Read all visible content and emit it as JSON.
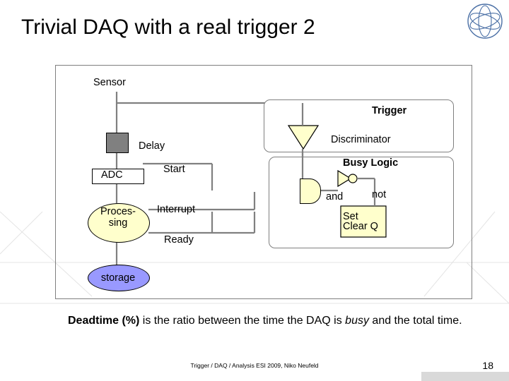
{
  "slide": {
    "title": "Trivial DAQ with a real trigger 2",
    "page_number": "18",
    "footer": "Trigger / DAQ / Analysis ESI 2009, Niko Neufeld",
    "logo": "cern-logo-icon"
  },
  "diagram": {
    "labels": {
      "sensor": "Sensor",
      "delay": "Delay",
      "adc": "ADC",
      "start": "Start",
      "interrupt": "Interrupt",
      "ready": "Ready",
      "processing_line1": "Proces-",
      "processing_line2": "sing",
      "storage": "storage",
      "trigger": "Trigger",
      "discriminator": "Discriminator",
      "busy_logic": "Busy Logic",
      "and": "and",
      "not": "not",
      "set": "Set",
      "clear_q": "Clear Q"
    },
    "colors": {
      "delay_fill": "#808080",
      "processing_fill": "#ffffcc",
      "storage_fill": "#9999ff",
      "and_gate_fill": "#ffffcc",
      "box_border": "#808080",
      "connector": "#808080"
    }
  },
  "caption": {
    "bold_lead": "Deadtime (%)",
    "text_1": " is the ratio between the time the DAQ is ",
    "italic": "busy",
    "text_2": " and the total time."
  }
}
